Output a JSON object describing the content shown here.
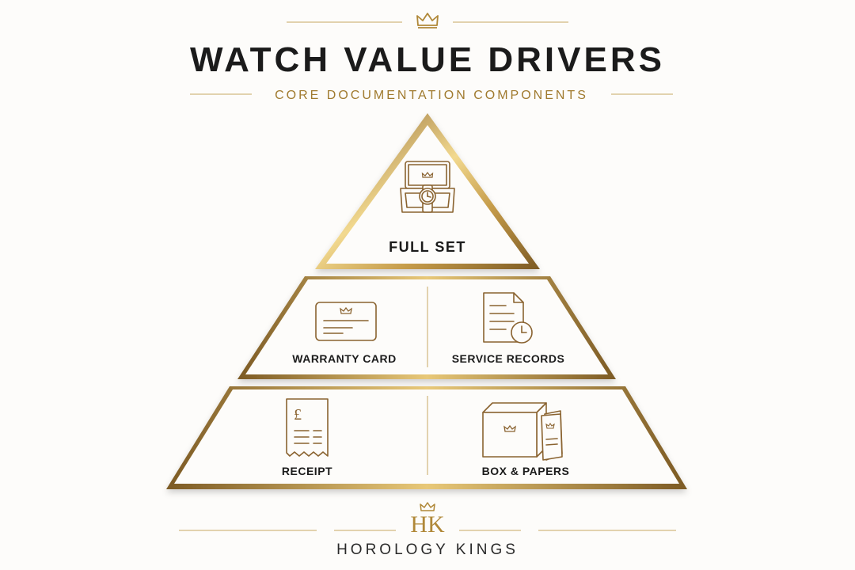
{
  "title": "WATCH VALUE DRIVERS",
  "subtitle": "CORE DOCUMENTATION COMPONENTS",
  "pyramid": {
    "top": {
      "label": "FULL SET",
      "icon": "watch-box-icon"
    },
    "middle": [
      {
        "label": "WARRANTY CARD",
        "icon": "warranty-card-icon"
      },
      {
        "label": "SERVICE RECORDS",
        "icon": "service-records-icon"
      }
    ],
    "bottom": [
      {
        "label": "RECEIPT",
        "icon": "receipt-icon"
      },
      {
        "label": "BOX & PAPERS",
        "icon": "box-and-papers-icon"
      }
    ]
  },
  "brand": {
    "monogram": "HK",
    "name": "HOROLOGY KINGS"
  },
  "colors": {
    "gold": "#b08838",
    "gold_light": "#f2d98f",
    "gold_dark": "#8a6330",
    "text": "#1b1b1b",
    "background": "#fdfcfa"
  }
}
